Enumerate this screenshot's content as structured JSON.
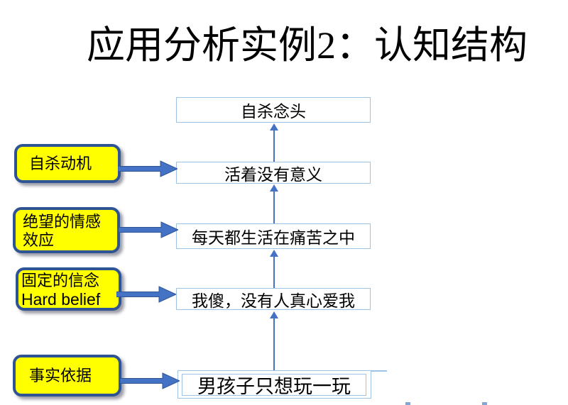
{
  "slide": {
    "title": "应用分析实例2：认知结构",
    "flow_boxes": [
      {
        "label": "自杀念头"
      },
      {
        "label": "活着没有意义"
      },
      {
        "label": "每天都生活在痛苦之中"
      },
      {
        "label": "我傻，没有人真心爱我"
      },
      {
        "label": "男孩子只想玩一玩"
      }
    ],
    "callouts": [
      {
        "lines": [
          "自杀动机"
        ]
      },
      {
        "lines": [
          "绝望的情感",
          "效应"
        ]
      },
      {
        "lines": [
          "固定的信念",
          "Hard belief"
        ]
      },
      {
        "lines": [
          "事实依据"
        ]
      }
    ],
    "colors": {
      "background": "#FFFFFF",
      "text": "#000000",
      "flow_box_border": "#9DC3E6",
      "connector_arrow": "#4472C4",
      "block_arrow_fill": "#4472C4",
      "block_arrow_outline": "#2F5496",
      "callout_fill": "#FFFF00",
      "callout_border": "#2F5496"
    }
  }
}
